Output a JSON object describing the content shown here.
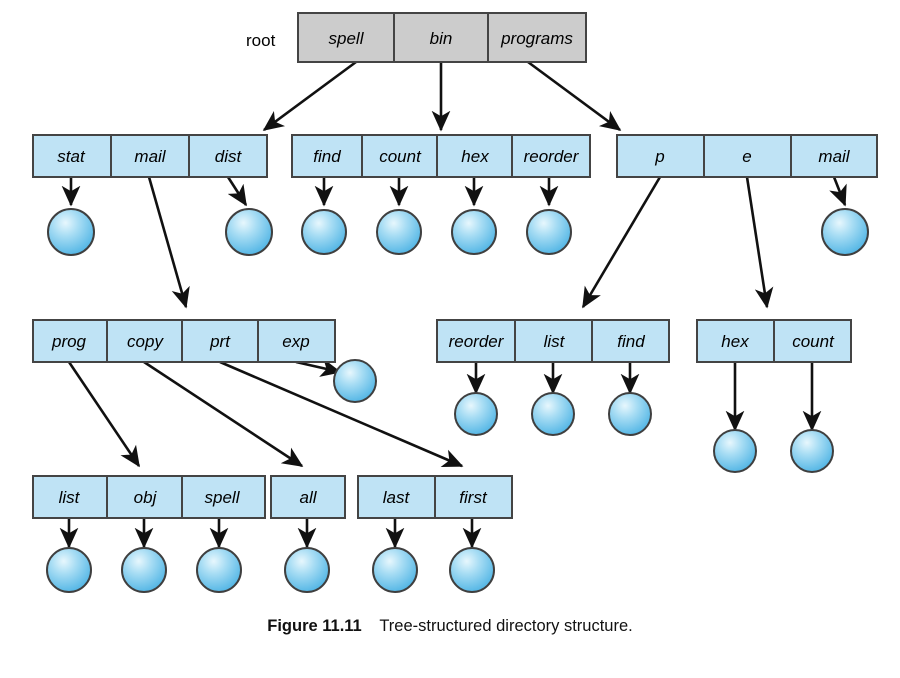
{
  "figure": {
    "caption_number": "Figure 11.11",
    "caption_text": "Tree-structured directory structure.",
    "root_label": "root"
  },
  "colors": {
    "root_box_fill": "#cccccc",
    "dir_box_fill": "#bfe3f5",
    "box_stroke": "#444444",
    "line": "#111111",
    "circle_light": "#dff3fc",
    "circle_mid": "#62c0ea",
    "circle_dark": "#3aa9df",
    "circle_stroke": "#3f3f3f",
    "text": "#000000",
    "background": "#ffffff"
  },
  "tree": {
    "root_row": {
      "name": "root-directory-box",
      "cells": [
        "spell",
        "bin",
        "programs"
      ]
    },
    "level2": [
      {
        "name": "spell-children-box",
        "cells": [
          "stat",
          "mail",
          "dist"
        ]
      },
      {
        "name": "bin-children-box",
        "cells": [
          "find",
          "count",
          "hex",
          "reorder"
        ]
      },
      {
        "name": "programs-children-box",
        "cells": [
          "p",
          "e",
          "mail"
        ]
      }
    ],
    "level3": [
      {
        "name": "mail-children-box",
        "cells": [
          "prog",
          "copy",
          "prt",
          "exp"
        ]
      },
      {
        "name": "p-children-box",
        "cells": [
          "reorder",
          "list",
          "find"
        ]
      },
      {
        "name": "e-children-box",
        "cells": [
          "hex",
          "count"
        ]
      }
    ],
    "level4": [
      {
        "name": "prog-copy-children-box",
        "cells": [
          "list",
          "obj",
          "spell"
        ]
      },
      {
        "name": "all-box",
        "cells": [
          "all"
        ]
      },
      {
        "name": "last-first-box",
        "cells": [
          "last",
          "first"
        ]
      }
    ]
  },
  "file_nodes": [
    {
      "name": "file-node-stat"
    },
    {
      "name": "file-node-dist"
    },
    {
      "name": "file-node-find"
    },
    {
      "name": "file-node-count"
    },
    {
      "name": "file-node-hex"
    },
    {
      "name": "file-node-reorder"
    },
    {
      "name": "file-node-mail"
    },
    {
      "name": "file-node-exp"
    },
    {
      "name": "file-node-reorder2"
    },
    {
      "name": "file-node-list2"
    },
    {
      "name": "file-node-find2"
    },
    {
      "name": "file-node-hex2"
    },
    {
      "name": "file-node-count2"
    },
    {
      "name": "file-node-list"
    },
    {
      "name": "file-node-obj"
    },
    {
      "name": "file-node-spell"
    },
    {
      "name": "file-node-all"
    },
    {
      "name": "file-node-last"
    },
    {
      "name": "file-node-first"
    }
  ]
}
